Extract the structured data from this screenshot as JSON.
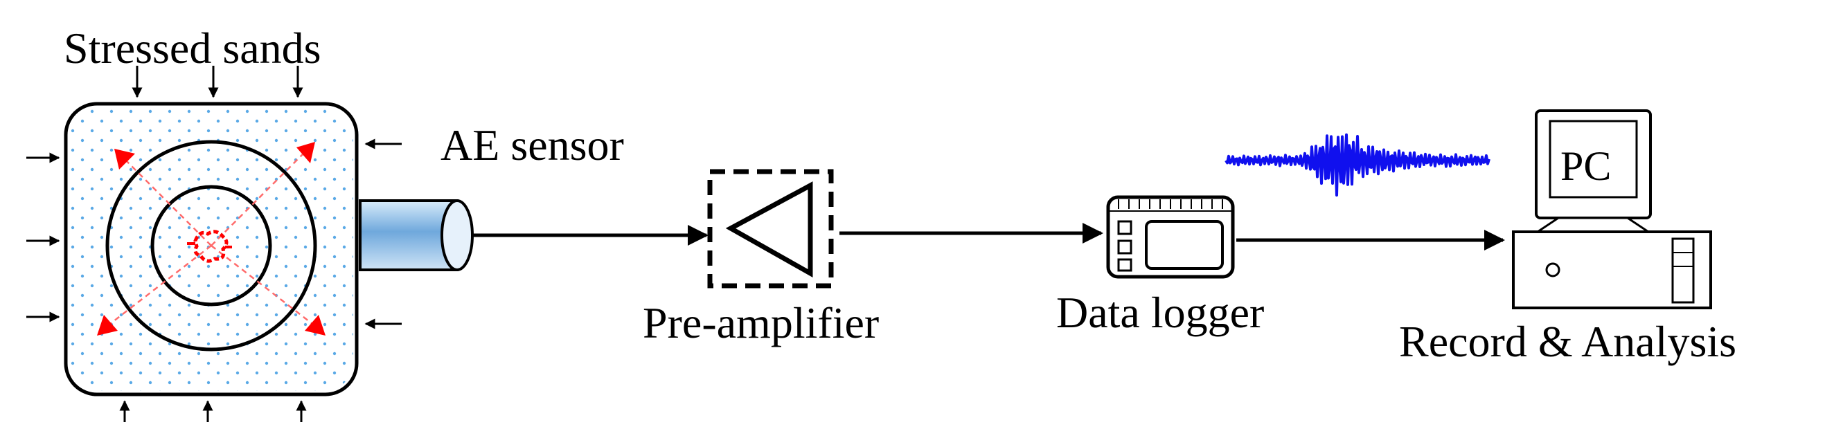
{
  "labels": {
    "stressed_sands": "Stressed sands",
    "ae_sensor": "AE sensor",
    "pre_amplifier": "Pre-amplifier",
    "data_logger": "Data logger",
    "record_analysis": "Record & Analysis",
    "pc": "PC"
  },
  "colors": {
    "line": "#000000",
    "dots": "#5aa9e6",
    "cracks": "#ff0000",
    "waveform": "#1010ee",
    "sensor_body": "#7fb3e0"
  }
}
